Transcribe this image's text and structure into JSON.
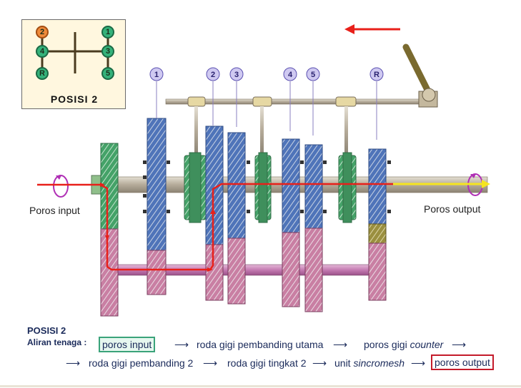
{
  "legend": {
    "title": "POSISI   2",
    "buttons": [
      "2",
      "1",
      "4",
      "3",
      "R",
      "5"
    ],
    "active_button": "2"
  },
  "gear_markers": [
    "1",
    "2",
    "3",
    "4",
    "5",
    "R"
  ],
  "labels": {
    "input_shaft": "Poros input",
    "output_shaft": "Poros output"
  },
  "footer": {
    "position_heading": "POSISI 2",
    "flow_heading": "Aliran tenaga :",
    "line1": {
      "boxed_start": "poros input",
      "arrow": "⟶",
      "step1": "roda gigi pembanding utama",
      "step2_prefix": "poros gigi ",
      "step2_italic": "counter"
    },
    "line2": {
      "arrow": "⟶",
      "step3": "roda gigi pembanding 2",
      "step4": "roda gigi tingkat 2",
      "step5_prefix": "unit ",
      "step5_italic": "sincromesh",
      "boxed_end": "poros output"
    }
  },
  "colors": {
    "blue_gear": "#4f74b9",
    "pink_gear": "#c97fa3",
    "green_gear": "#44a268",
    "shaft": "#bfb6a6",
    "counter_shaft": "#c47bb2",
    "flow_arrow": "#e8201a",
    "output_arrow": "#f5e51f"
  }
}
